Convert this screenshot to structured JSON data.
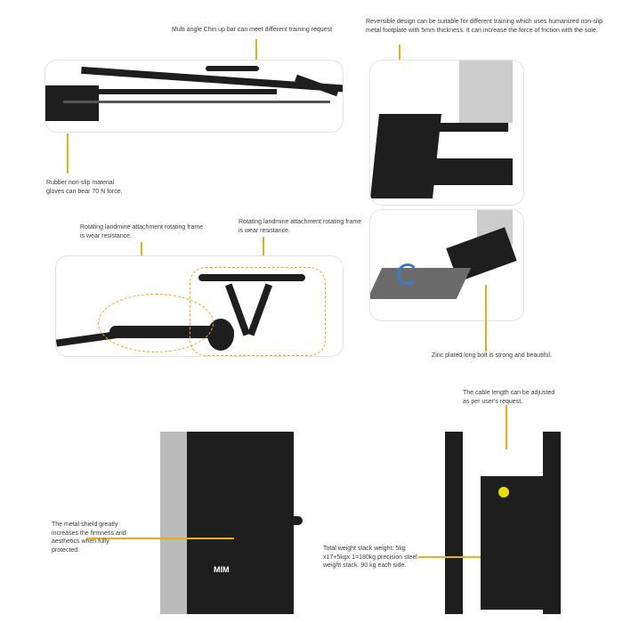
{
  "callouts": {
    "chin_bar": "Multi angle Chin up bar can meet different training request",
    "reversible": "Reversible design can be suitable for different training which uses humanized non-slip metal footplate with 5mm thickness. It can increase the force of friction with the sole.",
    "rubber": "Rubber non-slip material gloves can bear 70 N force.",
    "landmine_1": "Rotating landmine attachment rotating frame is wear resistance.",
    "landmine_2": "Rotating landmine attachment rotating frame is wear resistance.",
    "zinc_bolt": "Zinc plated long bolt is strong and beautiful.",
    "cable": "The cable length can be adjusted as per user's request.",
    "metal_shield": "The metal shield greatly increases the firmness and aesthetics when fully protected.",
    "weight_stack": "Total weight stack weight: 5kg x17+5kgx 1=180kg precision steel weight stack. 90 kg each side."
  },
  "brand_logo": "MIM",
  "colors": {
    "accent": "#e8b10f",
    "frame": "#1e1e1e"
  }
}
